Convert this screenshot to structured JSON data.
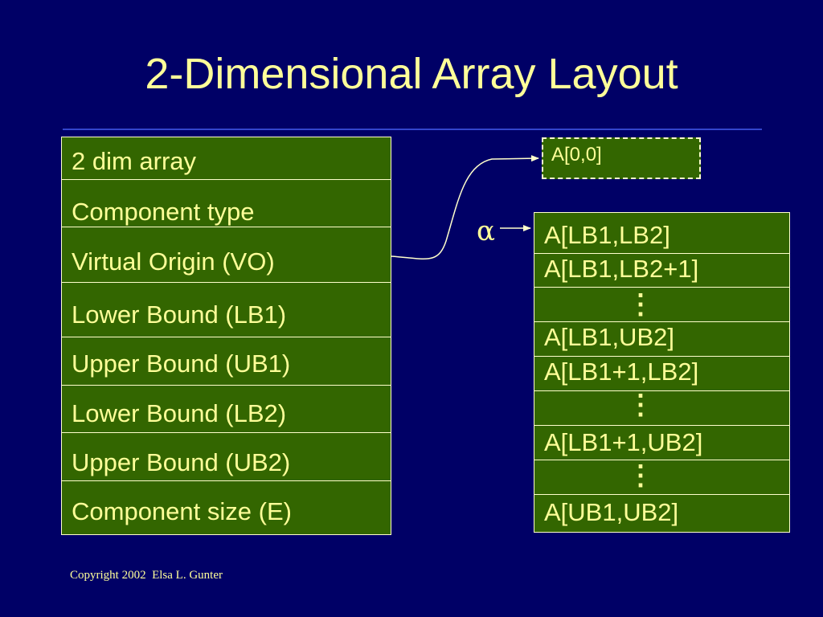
{
  "slide": {
    "title": "2-Dimensional Array Layout",
    "footer": "Copyright 2002  Elsa L. Gunter"
  },
  "descriptor": {
    "fields": [
      "2 dim array",
      "Component type",
      "Virtual Origin (VO)",
      "Lower Bound (LB1)",
      "Upper Bound (UB1)",
      "Lower Bound (LB2)",
      "Upper Bound (UB2)",
      "Component size  (E)"
    ]
  },
  "origin": {
    "label": "A[0,0]"
  },
  "alpha_label": "α",
  "storage": {
    "rows": [
      {
        "type": "text",
        "label": "A[LB1,LB2]"
      },
      {
        "type": "text",
        "label": "A[LB1,LB2+1]"
      },
      {
        "type": "ellipsis",
        "label": "⋮"
      },
      {
        "type": "text",
        "label": "A[LB1,UB2]"
      },
      {
        "type": "text",
        "label": "A[LB1+1,LB2]"
      },
      {
        "type": "ellipsis",
        "label": "⋮"
      },
      {
        "type": "text",
        "label": "A[LB1+1,UB2]"
      },
      {
        "type": "ellipsis",
        "label": "⋮"
      },
      {
        "type": "text",
        "label": "A[UB1,UB2]"
      }
    ]
  },
  "colors": {
    "background": "#000066",
    "text": "#ffff99",
    "cell_fill": "#336600",
    "cell_border": "#ffffcc",
    "rule": "#3344cc"
  }
}
